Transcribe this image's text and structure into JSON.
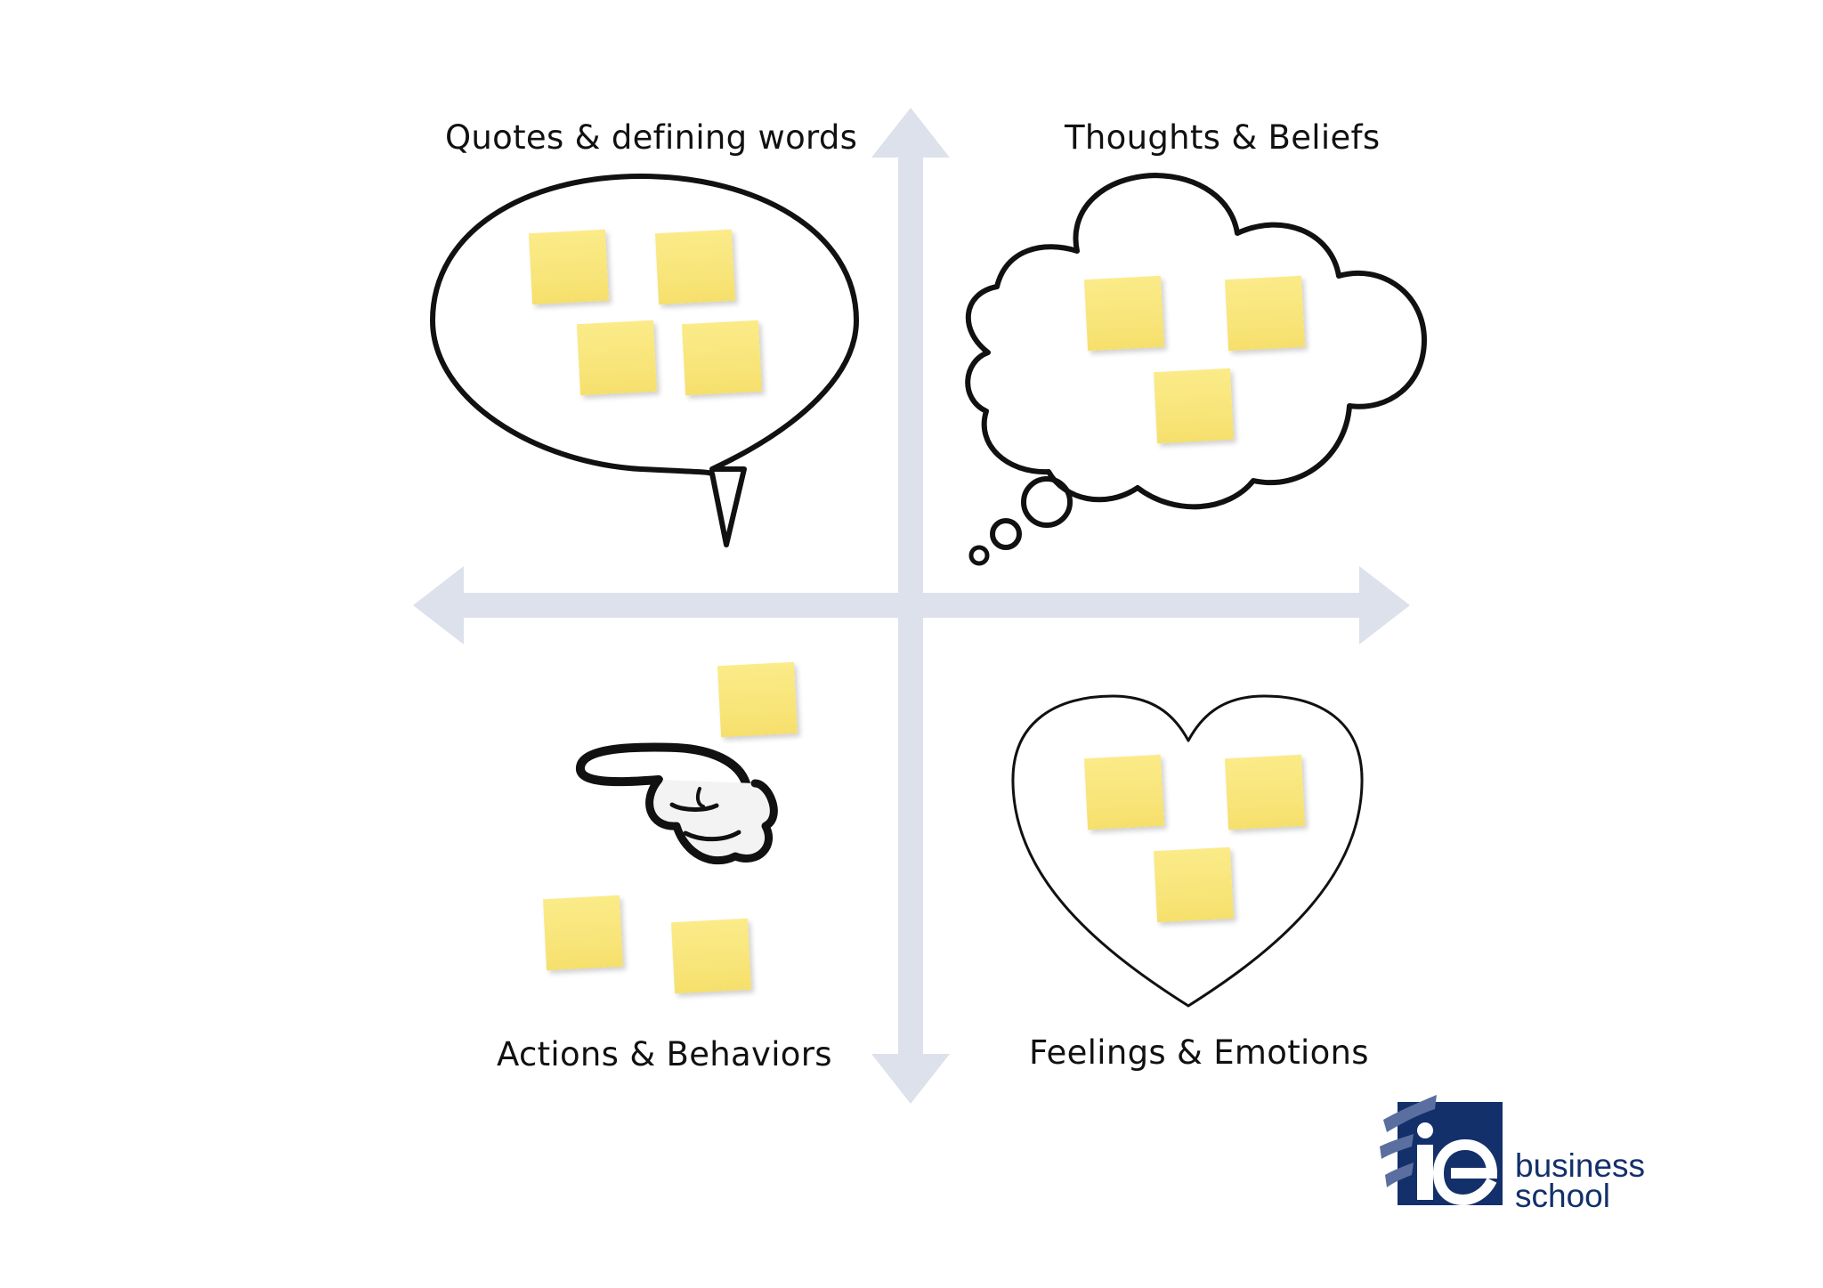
{
  "quadrants": {
    "top_left": {
      "label": "Quotes & defining words",
      "shape": "speech-bubble",
      "notes": 4
    },
    "top_right": {
      "label": "Thoughts & Beliefs",
      "shape": "thought-cloud",
      "notes": 3
    },
    "bottom_left": {
      "label": "Actions & Behaviors",
      "shape": "pointing-hand",
      "notes": 3
    },
    "bottom_right": {
      "label": "Feelings & Emotions",
      "shape": "heart",
      "notes": 3
    }
  },
  "logo": {
    "mark": "ie",
    "line1": "business",
    "line2": "school"
  },
  "colors": {
    "axis": "#dde1ec",
    "sticky_note": "#f9e87f",
    "outline": "#111111",
    "brand": "#13306b"
  }
}
